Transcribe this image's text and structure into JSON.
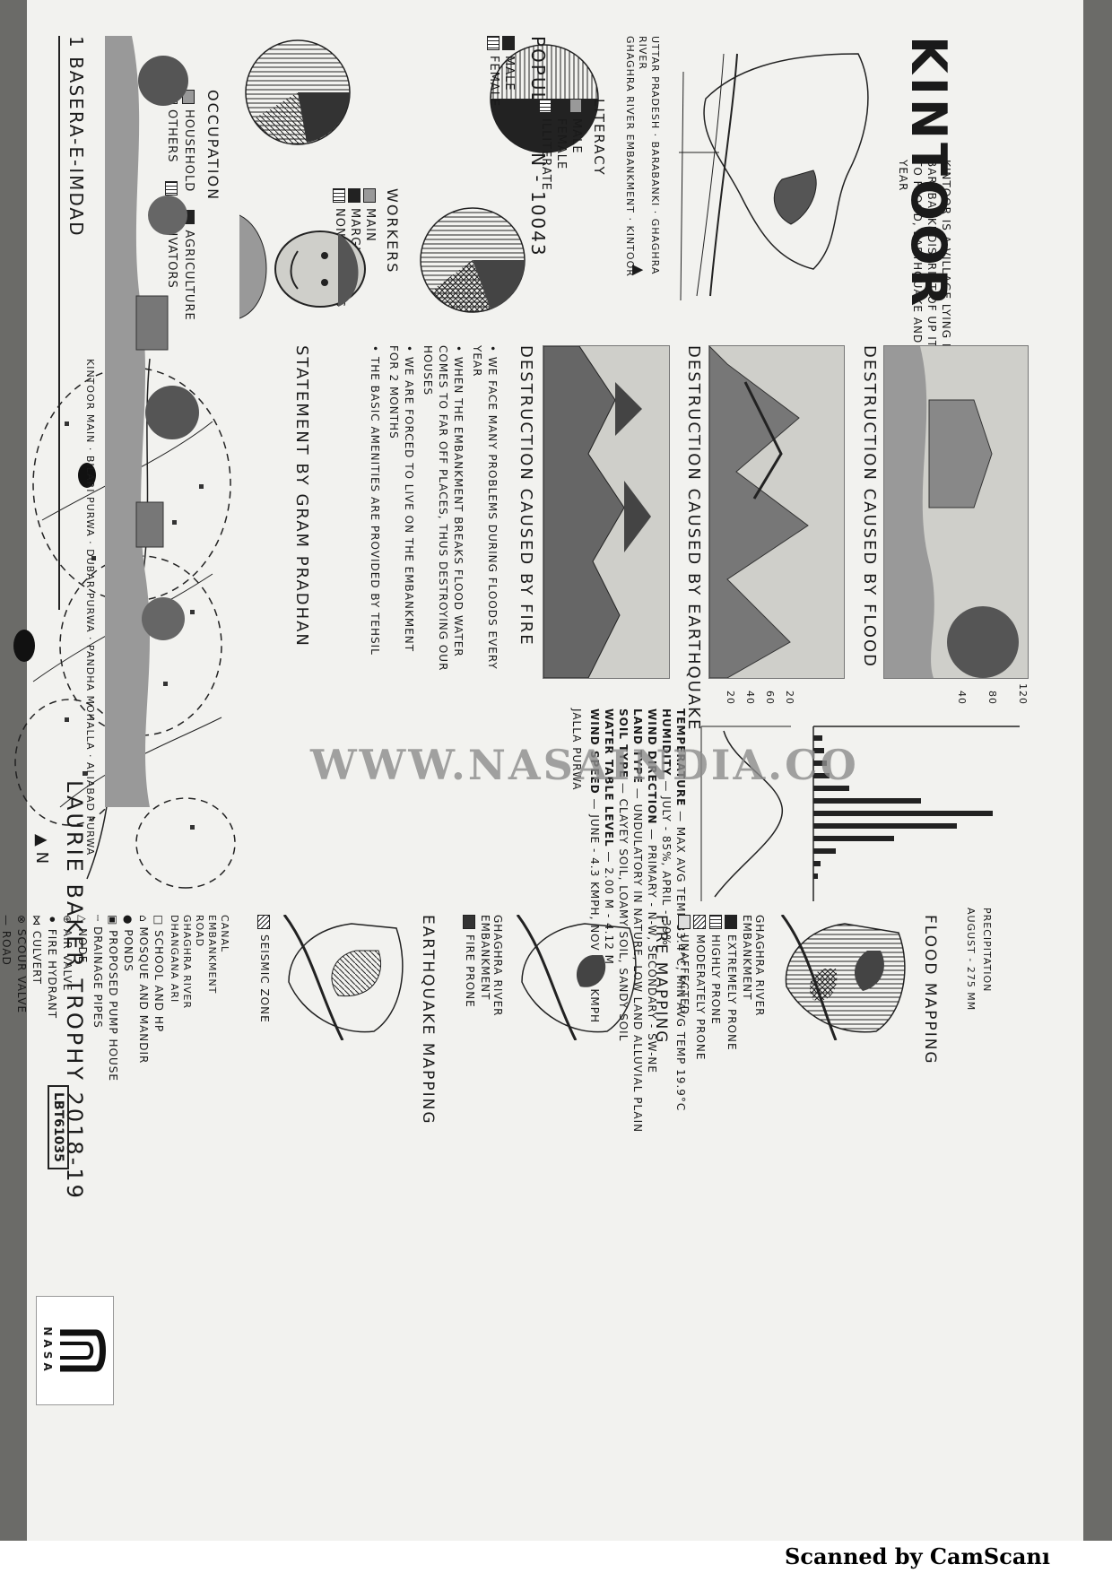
{
  "title": "KINTOOR",
  "description": "KINTOOR IS A VILLAGE LYING IN THE BARABANKI DISTRICT OF UP IT IS PRONE TO FLOOD, EARTHQUAKE AND FIRE EVERY YEAR",
  "project": "1  BASERA-E-IMDAD",
  "competition": "LAURIE BAKER TROPHY 2018-19",
  "code": "LBT61035",
  "nasa_label": "NASA",
  "watermark": "WWW.NASAINDIA.CO",
  "scanner": "Scanned by CamScanı",
  "location_map": {
    "labels": [
      "UTTAR PRADESH",
      "BARABANKI",
      "GHAGHRA RIVER",
      "GHAGHRA RIVER EMBANKMENT",
      "KINTOOR"
    ]
  },
  "population": {
    "heading": "POPULATION - 10043",
    "legend": [
      "MALE",
      "FEMALE"
    ]
  },
  "literacy": {
    "heading": "LITERACY",
    "legend": [
      "MALE",
      "FEMALE",
      "ILLITERATE"
    ]
  },
  "workers": {
    "heading": "WORKERS",
    "legend": [
      "MAIN",
      "MARGINAL",
      "NON-WORKERS"
    ]
  },
  "occupation": {
    "heading": "OCCUPATION",
    "legend": [
      "HOUSEHOLD",
      "AGRICULTURE",
      "OTHERS",
      "CULTIVATORS"
    ]
  },
  "destruction_flood": "DESTRUCTION CAUSED BY FLOOD",
  "destruction_earthquake": "DESTRUCTION CAUSED BY EARTHQUAKE",
  "destruction_fire": "DESTRUCTION CAUSED BY FIRE",
  "statement": {
    "bullets": [
      "WE FACE MANY PROBLEMS DURING FLOODS EVERY YEAR",
      "WHEN THE EMBANKMENT BREAKS FLOOD WATER COMES TO FAR OFF PLACES, THUS DESTROYING OUR HOUSES",
      "WE ARE FORCED TO LIVE ON THE EMBANKMENT FOR 2 MONTHS",
      "THE BASIC AMENITIES ARE PROVIDED BY TEHSIL"
    ],
    "caption": "STATEMENT BY GRAM PRADHAN"
  },
  "precipitation": {
    "label": "PRECIPITATION",
    "peak": "AUGUST - 275 MM",
    "y_ticks": [
      "120",
      "80",
      "40",
      "20",
      "60",
      "40",
      "20"
    ]
  },
  "climate": [
    {
      "key": "TEMPERATURE",
      "value": "MAX AVG TEMP 33.4°C",
      "value2": "MIN AVG TEMP 19.9°C"
    },
    {
      "key": "HUMIDITY",
      "value": "JULY - 85%",
      "value2": "APRIL - 39%"
    },
    {
      "key": "WIND DIRECTION",
      "value": "PRIMARY - N-W",
      "value2": "SECONDARY - SW-NE"
    },
    {
      "key": "LAND TYPE",
      "value": "UNDULATORY IN NATURE",
      "value2": "LOW LAND ALLUVIAL PLAIN"
    },
    {
      "key": "SOIL TYPE",
      "value": "CLAYEY SOIL",
      "value2": "LOAMY SOIL, SANDY SOIL"
    },
    {
      "key": "WATER TABLE LEVEL",
      "value": "2.00 m - 4.12 m",
      "value2": ""
    },
    {
      "key": "WIND SPEED",
      "value": "JUNE - 4.3 KMPH",
      "value2": "NOV - 1.6 KMPH"
    }
  ],
  "extra_labels": [
    "JALLA PURWA"
  ],
  "flood_mapping": {
    "heading": "FLOOD MAPPING",
    "river_label": "GHAGHRA RIVER EMBANKMENT",
    "legend": [
      "EXTREMELY PRONE",
      "HIGHLY PRONE",
      "MODERATELY PRONE",
      "UNAFFECTED"
    ]
  },
  "fire_mapping": {
    "heading": "FIRE MAPPING",
    "river_label": "GHAGHRA RIVER EMBANKMENT",
    "legend": [
      "FIRE PRONE"
    ]
  },
  "earthquake_mapping": {
    "heading": "EARTHQUAKE MAPPING",
    "legend": [
      "SEISMIC ZONE"
    ]
  },
  "village_map": {
    "labels": [
      "KINTOOR MAIN",
      "BILARI PURWA",
      "DUBAR PURWA",
      "PANDHA MOHALLA",
      "ALIABAD PURWA",
      "CANAL",
      "EMBANKMENT",
      "ROAD",
      "GHAGHRA RIVER",
      "DHANGANA ARI"
    ],
    "north": "N"
  },
  "map_legend": [
    {
      "icon": "school-icon",
      "label": "SCHOOL AND HP"
    },
    {
      "icon": "mosque-icon",
      "label": "MOSQUE AND MANDIR"
    },
    {
      "icon": "pond-icon",
      "label": "PONDS"
    },
    {
      "icon": "pump-house-icon",
      "label": "PROPOSED PUMP HOUSE"
    },
    {
      "icon": "drainage-icon",
      "label": "DRAINAGE PIPES"
    },
    {
      "icon": "node-icon",
      "label": "NODE"
    },
    {
      "icon": "air-valve-icon",
      "label": "AIR VALVE"
    },
    {
      "icon": "fire-hydrant-icon",
      "label": "FIRE HYDRANT"
    },
    {
      "icon": "culvert-icon",
      "label": "CULVERT"
    },
    {
      "icon": "scour-valve-icon",
      "label": "SCOUR VALVE"
    },
    {
      "icon": "road-icon",
      "label": "ROAD"
    }
  ]
}
